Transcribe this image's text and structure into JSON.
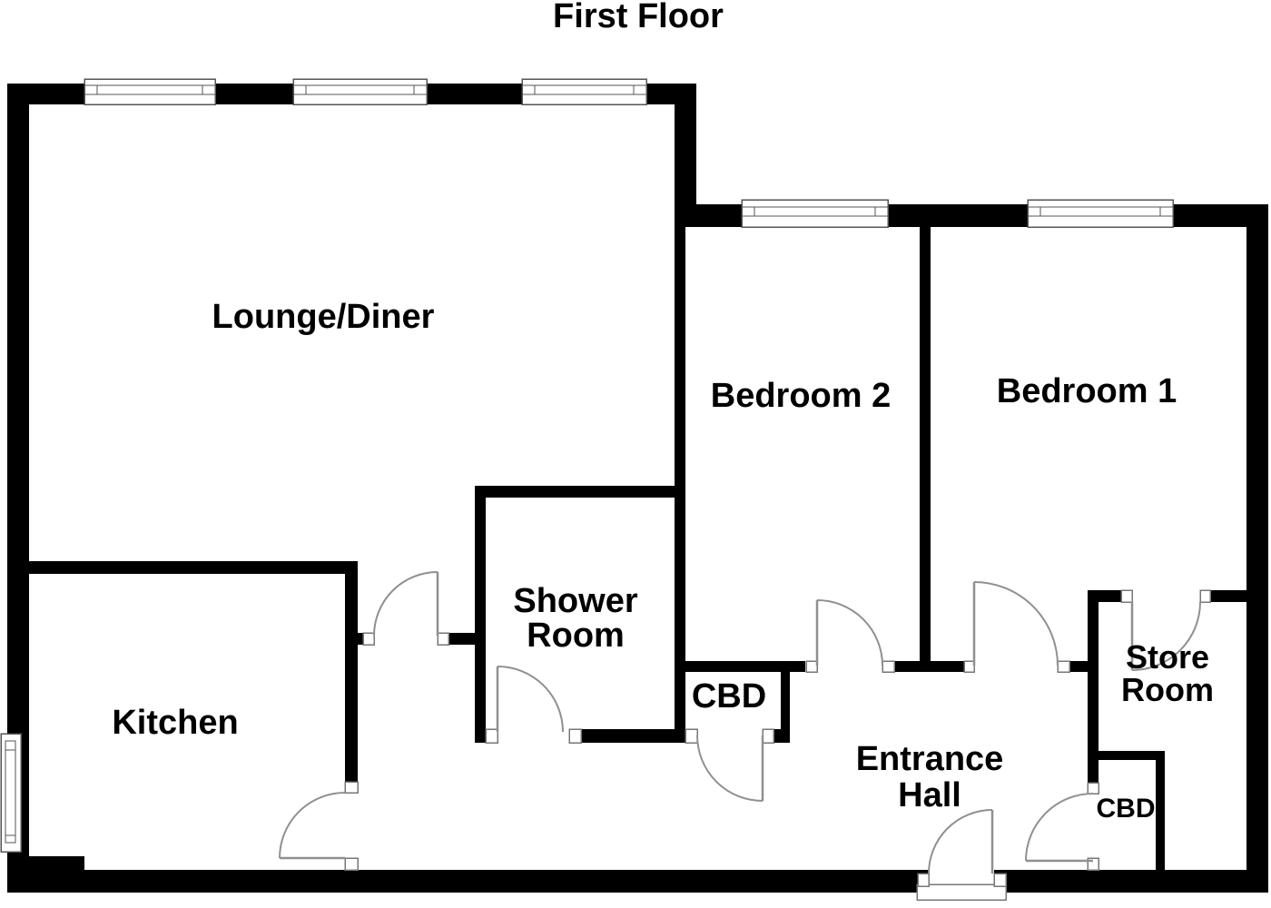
{
  "title": "First Floor",
  "rooms": {
    "lounge": {
      "name": "Lounge/Diner"
    },
    "kitchen": {
      "name": "Kitchen"
    },
    "shower_room": {
      "lines": [
        "Shower",
        "Room"
      ]
    },
    "bedroom2": {
      "name": "Bedroom 2"
    },
    "bedroom1": {
      "name": "Bedroom 1"
    },
    "entrance_hall": {
      "lines": [
        "Entrance",
        "Hall"
      ]
    },
    "store_room": {
      "lines": [
        "Store",
        "Room"
      ]
    },
    "cbd_closet_hall": {
      "name": "CBD"
    },
    "cbd_closet_entrance": {
      "name": "CBD"
    }
  },
  "colors": {
    "wall": "#000000",
    "background": "#ffffff",
    "door_swing": "#909090",
    "window_frame": "#555555",
    "jamb_border": "#777777",
    "text": "#000000"
  }
}
